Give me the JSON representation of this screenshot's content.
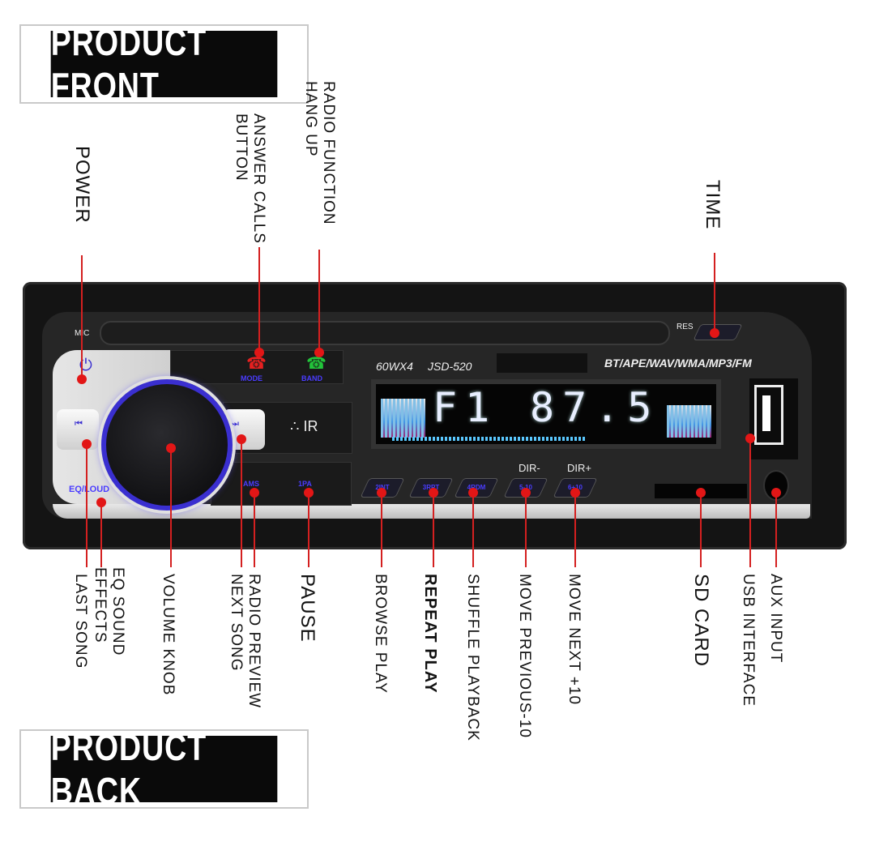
{
  "banners": {
    "front": "PRODUCT FRONT",
    "back": "PRODUCT BACK"
  },
  "device": {
    "mic_label": "MIC",
    "res_label": "RES",
    "power_rating": "60WX4",
    "model": "JSD-520",
    "formats": "BT/APE/WAV/WMA/MP3/FM",
    "display_band": "F1",
    "display_freq": "87.5",
    "eq_loud_label": "EQ/LOUD",
    "ir_label": "∴ IR",
    "prev_icon": "⏮",
    "next_icon": "⏭",
    "power_icon": "⏻",
    "phone_red_label": "MODE",
    "phone_green_label": "BAND",
    "ams_label": "AMS",
    "pause_label": "1PA",
    "preset_buttons": [
      "2INT",
      "3RPT",
      "4RDM",
      "5-10",
      "6+10"
    ],
    "dir_minus": "DIR-",
    "dir_plus": "DIR+",
    "accent_color": "#3a2fd0",
    "callout_color": "#d42020"
  },
  "top_callouts": {
    "power": "POWER",
    "answer_line1": "ANSWER CALLS",
    "answer_line2": "BUTTON",
    "radio_line1": "RADIO FUNCTION",
    "radio_line2": "HANG UP",
    "time": "TIME"
  },
  "bottom_callouts": {
    "last_song": "LAST SONG",
    "eq_line1": "EQ SOUND",
    "eq_line2": "EFFECTS",
    "volume_knob": "VOLUME KNOB",
    "radio_preview": "RADIO PREVIEW",
    "next_song": "NEXT SONG",
    "pause": "PAUSE",
    "browse_play": "BROWSE PLAY",
    "repeat_play": "REPEAT PLAY",
    "shuffle_playback": "SHUFFLE PLAYBACK",
    "move_previous": "MOVE PREVIOUS-10",
    "move_next": "MOVE NEXT +10",
    "sd_card": "SD CARD",
    "usb_interface": "USB INTERFACE",
    "aux_input": "AUX INPUT"
  }
}
